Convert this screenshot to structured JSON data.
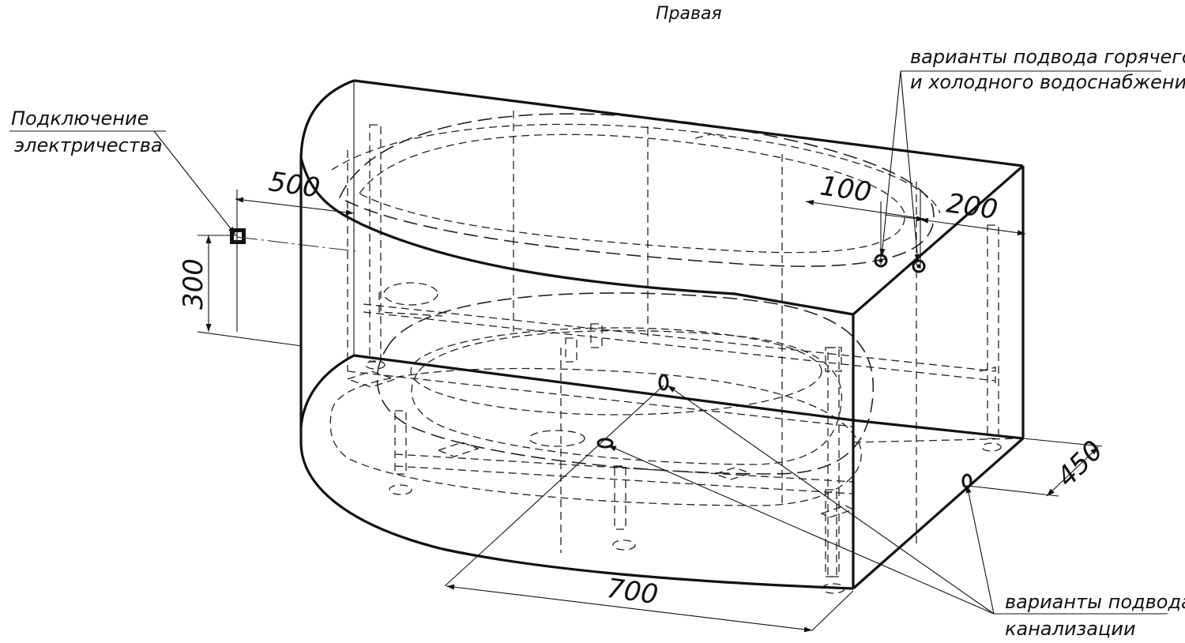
{
  "title": "Правая",
  "callouts": {
    "electric_line1": "Подключение",
    "electric_line2": "электричества",
    "water_line1": "варианты подвода горячего",
    "water_line2": "и холодного водоснабжения",
    "sewer_line1": "варианты подвода",
    "sewer_line2": "канализации"
  },
  "dimensions": {
    "d500": "500",
    "d300": "300",
    "d100": "100",
    "d200": "200",
    "d450": "450",
    "d700": "700"
  }
}
